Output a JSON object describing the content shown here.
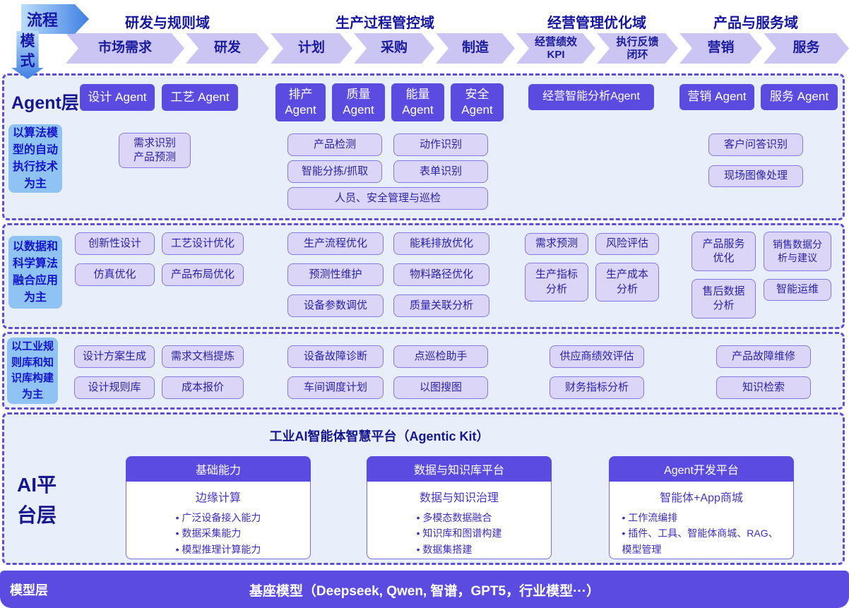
{
  "colors": {
    "accent_purple": "#5B4BE1",
    "chevron_fill": "#CBC5F3",
    "navy_text": "#1516A0",
    "section_bg": "#E9EEFB",
    "dashed_border": "#5F4ED2",
    "side_label_bg": "#8FC3F4",
    "chip_bg": "#DBD6F7",
    "chip_border": "#8678E2",
    "flow_arrow_gradient_start": "#BCDDFA",
    "flow_arrow_gradient_end": "#3F7FE3"
  },
  "flow": {
    "flow_label": "流程",
    "mode_label": "模\n式",
    "domains": [
      "研发与规则域",
      "生产过程管控域",
      "经营管理优化域",
      "产品与服务域"
    ],
    "steps": [
      "市场需求",
      "研发",
      "计划",
      "采购",
      "制造",
      "经营绩效\nKPI",
      "执行反馈\n闭环",
      "营销",
      "服务"
    ]
  },
  "agent_layer": {
    "title": "Agent层",
    "side_label": "以算法模\n型的自动\n执行技术\n为主",
    "agents": [
      "设计 Agent",
      "工艺 Agent",
      "排产\nAgent",
      "质量\nAgent",
      "能量\nAgent",
      "安全\nAgent",
      "经营智能分析Agent",
      "营销 Agent",
      "服务 Agent"
    ],
    "chips": [
      "需求识别\n产品预测",
      "产品检测",
      "智能分拣/抓取",
      "人员、安全管理与巡检",
      "动作识别",
      "表单识别",
      "客户问答识别",
      "现场图像处理"
    ]
  },
  "data_layer": {
    "side_label": "以数据和\n科学算法\n融合应用\n为主",
    "chips": [
      "创新性设计",
      "工艺设计优化",
      "仿真优化",
      "产品布局优化",
      "生产流程优化",
      "能耗排放优化",
      "预测性维护",
      "物料路径优化",
      "设备参数调优",
      "质量关联分析",
      "需求预测",
      "风险评估",
      "生产指标\n分析",
      "生产成本\n分析",
      "产品服务\n优化",
      "销售数据分\n析与建议",
      "售后数据\n分析",
      "智能运维"
    ]
  },
  "knowledge_layer": {
    "side_label": "以工业规\n则库和知\n识库构建\n为主",
    "chips": [
      "设计方案生成",
      "需求文档提炼",
      "设计规则库",
      "成本报价",
      "设备故障诊断",
      "车间调度计划",
      "点巡检助手",
      "以图搜图",
      "供应商绩效评估",
      "财务指标分析",
      "产品故障维修",
      "知识检索"
    ]
  },
  "platform_layer": {
    "layer_title": "AI平\n台层",
    "title": "工业AI智能体智慧平台（Agentic Kit）",
    "cards": [
      {
        "header": "基础能力",
        "subtitle": "边缘计算",
        "bullets": [
          "广泛设备接入能力",
          "数据采集能力",
          "模型推理计算能力"
        ]
      },
      {
        "header": "数据与知识库平台",
        "subtitle": "数据与知识治理",
        "bullets": [
          "多模态数据融合",
          "知识库和图谱构建",
          "数据集搭建"
        ]
      },
      {
        "header": "Agent开发平台",
        "subtitle": "智能体+App商城",
        "bullets": [
          "工作流编排",
          "插件、工具、智能体商城、RAG、模型管理"
        ]
      }
    ]
  },
  "model_layer": {
    "label": "模型层",
    "content": "基座模型（Deepseek, Qwen, 智谱，GPT5，行业模型···）"
  }
}
